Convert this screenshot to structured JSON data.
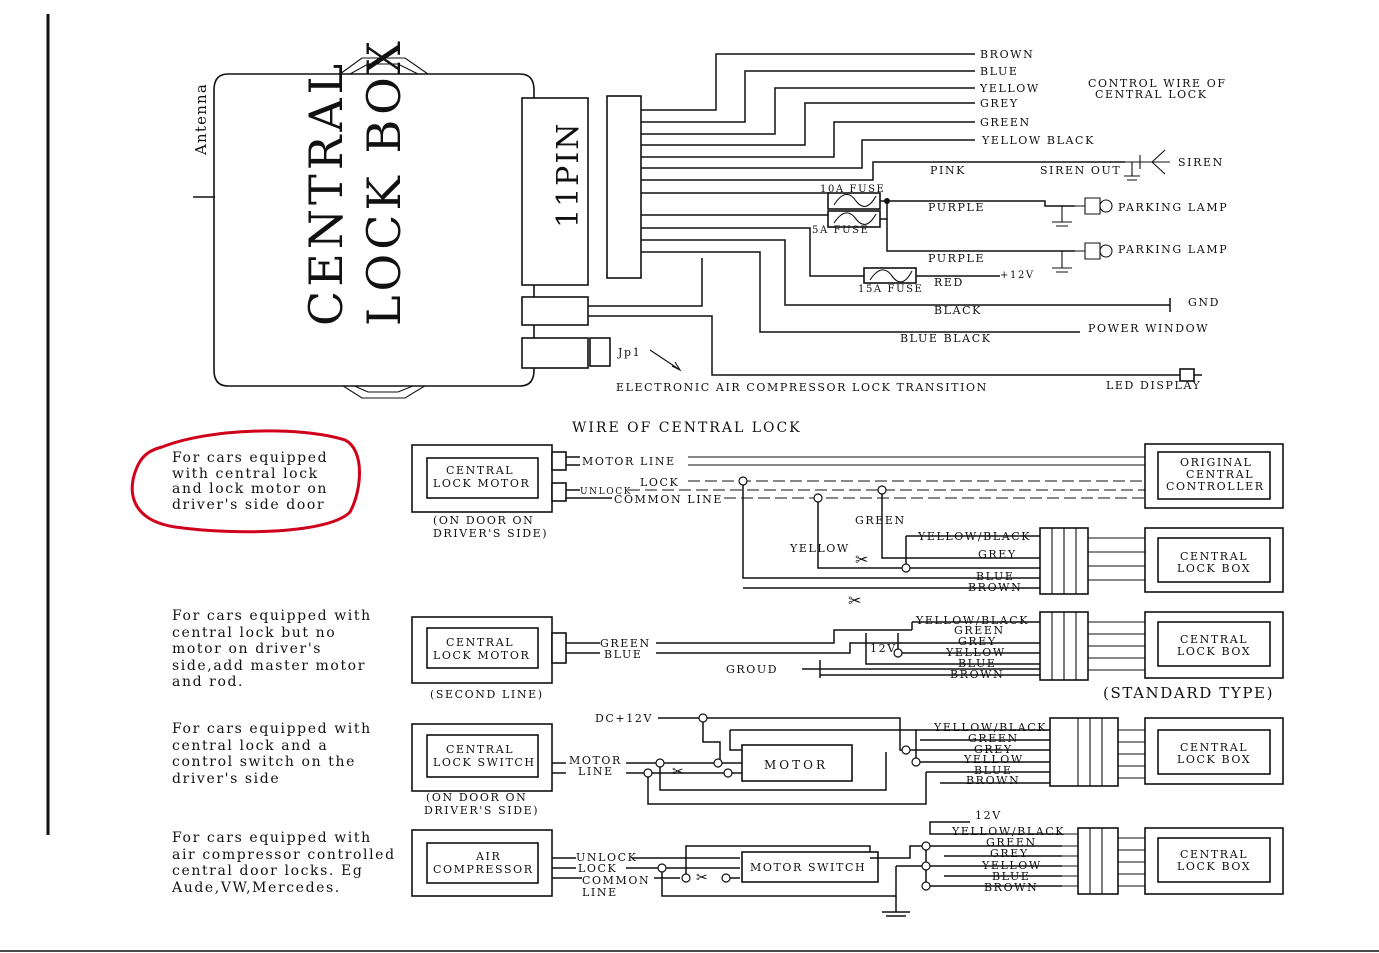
{
  "top_diagram": {
    "box_title_line1": "CENTRAL",
    "box_title_line2": "LOCK BOX",
    "connector_label": "11PIN",
    "antenna_label": "Antenna",
    "jumper_label": "Jp1",
    "wires": [
      "BROWN",
      "BLUE",
      "YELLOW",
      "GREY",
      "GREEN",
      "YELLOW BLACK",
      "PINK",
      "PURPLE",
      "PURPLE",
      "RED",
      "BLACK",
      "BLUE BLACK"
    ],
    "control_wire_label_line1": "CONTROL WIRE OF",
    "control_wire_label_line2": "CENTRAL LOCK",
    "fuse_10a": "10A FUSE",
    "fuse_5a": "5A FUSE",
    "fuse_15a": "15A FUSE",
    "plus12v": "+12V",
    "siren_out": "SIREN OUT",
    "siren": "SIREN",
    "parking_lamp_1": "PARKING LAMP",
    "parking_lamp_2": "PARKING LAMP",
    "gnd": "GND",
    "power_window": "POWER WINDOW",
    "led_display": "LED DISPLAY",
    "air_compressor_transition": "ELECTRONIC AIR COMPRESSOR LOCK TRANSITION"
  },
  "wire_section_title": "WIRE OF CENTRAL LOCK",
  "standard_type": "(STANDARD TYPE)",
  "section1": {
    "note": "For cars equipped\nwith central lock\nand lock motor on\ndriver's side door",
    "box_line1": "CENTRAL",
    "box_line2": "LOCK MOTOR",
    "caption_line1": "(ON DOOR ON",
    "caption_line2": "DRIVER'S SIDE)",
    "motor_line": "MOTOR LINE",
    "lock": "LOCK",
    "unlock": "UNLOCK",
    "common_line": "COMMON LINE",
    "green": "GREEN",
    "yellow": "YELLOW",
    "orig_line1": "ORIGINAL",
    "orig_line2": "CENTRAL",
    "orig_line3": "CONTROLLER",
    "wires": [
      "YELLOW/BLACK",
      "GREY",
      "BLUE",
      "BROWN"
    ],
    "clb_line1": "CENTRAL",
    "clb_line2": "LOCK BOX"
  },
  "section2": {
    "note": "For cars equipped with\ncentral lock but no\nmotor on driver's\nside,add master motor\nand rod.",
    "box_line1": "CENTRAL",
    "box_line2": "LOCK MOTOR",
    "caption": "(SECOND LINE)",
    "green": "GREEN",
    "blue": "BLUE",
    "ground": "GROUD",
    "v12": "12V",
    "wires": [
      "YELLOW/BLACK",
      "GREEN",
      "GREY",
      "YELLOW",
      "BLUE",
      "BROWN"
    ],
    "clb_line1": "CENTRAL",
    "clb_line2": "LOCK BOX"
  },
  "section3": {
    "note": "For cars equipped with\ncentral lock and a\ncontrol switch on the\ndriver's side",
    "box_line1": "CENTRAL",
    "box_line2": "LOCK SWITCH",
    "caption_line1": "(ON DOOR ON",
    "caption_line2": "DRIVER'S SIDE)",
    "dc12": "DC+12V",
    "motor_line1": "MOTOR",
    "motor_line2": "LINE",
    "motor": "MOTOR",
    "wires": [
      "YELLOW/BLACK",
      "GREEN",
      "GREY",
      "YELLOW",
      "BLUE",
      "BROWN"
    ],
    "clb_line1": "CENTRAL",
    "clb_line2": "LOCK BOX"
  },
  "section4": {
    "note": "For cars equipped with\nair compressor controlled\ncentral door locks. Eg\nAude,VW,Mercedes.",
    "box_line1": "AIR",
    "box_line2": "COMPRESSOR",
    "unlock": "UNLOCK",
    "lock": "LOCK",
    "common": "COMMON",
    "line": "LINE",
    "motor_switch": "MOTOR SWITCH",
    "v12": "12V",
    "wires": [
      "YELLOW/BLACK",
      "GREEN",
      "GREY",
      "YELLOW",
      "BLUE",
      "BROWN"
    ],
    "clb_line1": "CENTRAL",
    "clb_line2": "LOCK BOX"
  },
  "colors": {
    "ink": "#111111",
    "highlight": "#d0021b",
    "paper": "#ffffff"
  }
}
